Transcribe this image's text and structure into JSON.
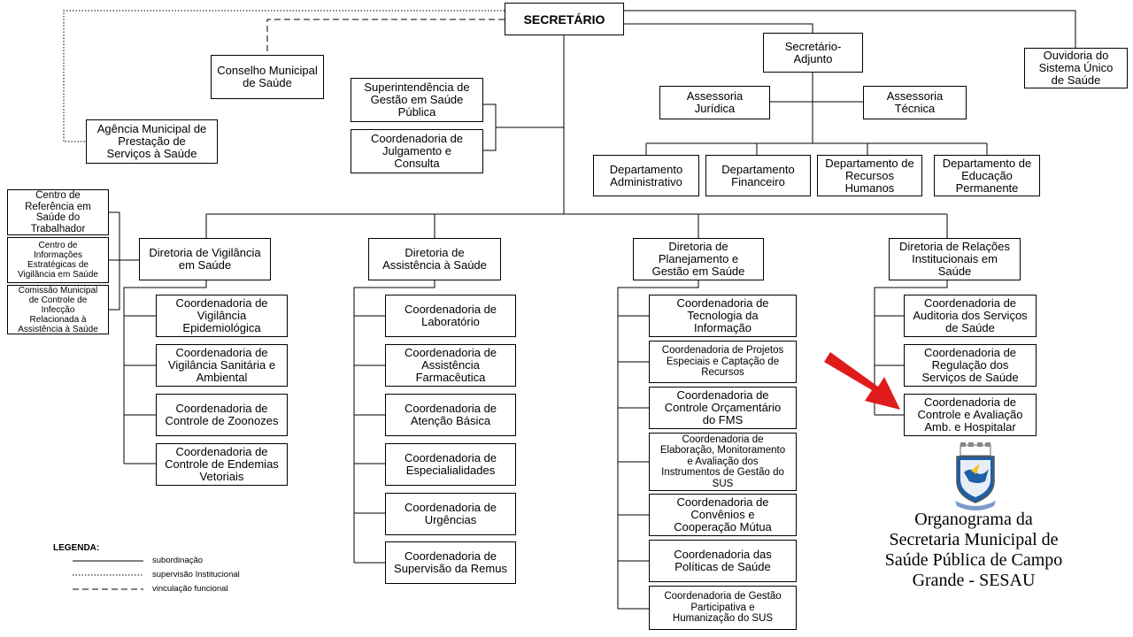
{
  "diagram": {
    "secretario": "SECRETÁRIO",
    "conselho": "Conselho Municipal\nde Saúde",
    "agencia": "Agência Municipal de\nPrestação de\nServiços à Saúde",
    "superintendencia": "Superintendência de\nGestão em Saúde\nPública",
    "coord_julgamento": "Coordenadoria de\nJulgamento e\nConsulta",
    "secretario_adjunto": "Secretário-\nAdjunto",
    "ouvidoria": "Ouvidoria do\nSistema Único\nde Saúde",
    "assessoria_juridica": "Assessoria\nJurídica",
    "assessoria_tecnica": "Assessoria\nTécnica",
    "departamentos": [
      "Departamento\nAdministrativo",
      "Departamento\nFinanceiro",
      "Departamento de\nRecursos\nHumanos",
      "Departamento de\nEducação\nPermanente"
    ],
    "centros": [
      "Centro de\nReferência em\nSaúde do\nTrabalhador",
      "Centro de\nInformações\nEstratégicas de\nVigilância em Saúde",
      "Comissão Municipal\nde Controle de\nInfecção\nRelacionada à\nAssistência à Saúde"
    ],
    "diretorias": [
      "Diretoria de Vigilância\nem Saúde",
      "Diretoria de\nAssistência à Saúde",
      "Diretoria de\nPlanejamento e\nGestão em Saúde",
      "Diretoria de Relações\nInstitucionais em\nSaúde"
    ],
    "vigilancia": [
      "Coordenadoria de\nVigilância\nEpidemiológica",
      "Coordenadoria de\nVigilância Sanitária e\nAmbiental",
      "Coordenadoria de\nControle de Zoonozes",
      "Coordenadoria de\nControle de Endemias\nVetoriais"
    ],
    "assistencia": [
      "Coordenadoria de\nLaboratório",
      "Coordenadoria de\nAssistência\nFarmacêutica",
      "Coordenadoria de\nAtenção Básica",
      "Coordenadoria de\nEspecialialidades",
      "Coordenadoria de\nUrgências",
      "Coordenadoria de\nSupervisão da Remus"
    ],
    "planejamento": [
      "Coordenadoria de\nTecnologia da\nInformação",
      "Coordenadoria de Projetos\nEspeciais e Captação de\nRecursos",
      "Coordenadoria de\nControle Orçamentário\ndo FMS",
      "Coordenadoria de\nElaboração, Monitoramento\ne Avaliação dos\nInstrumentos de Gestão do\nSUS",
      "Coordenadoria de\nConvênios e\nCooperação Mútua",
      "Coordenadoria das\nPolíticas de Saúde",
      "Coordenadoria de Gestão\nParticipativa e\nHumanização do SUS"
    ],
    "relacoes": [
      "Coordenadoria de\nAuditoria dos Serviços\nde Saúde",
      "Coordenadoria de\nRegulação dos\nServiços de Saúde",
      "Coordenadoria de\nControle e Avaliação\nAmb. e Hospitalar"
    ]
  },
  "legend": {
    "title": "LEGENDA:",
    "items": [
      "subordinação",
      "supervisão Institucional",
      "vinculação funcional"
    ]
  },
  "caption": "Organograma da\nSecretaria Municipal de\nSaúde Pública de Campo\nGrande - SESAU",
  "colors": {
    "arrow": "#e01b1b",
    "crest_blue": "#1f5fa8",
    "line": "#000000"
  },
  "icons": {
    "highlight_arrow": "red-arrow-icon",
    "crest": "coat-of-arms-icon"
  }
}
